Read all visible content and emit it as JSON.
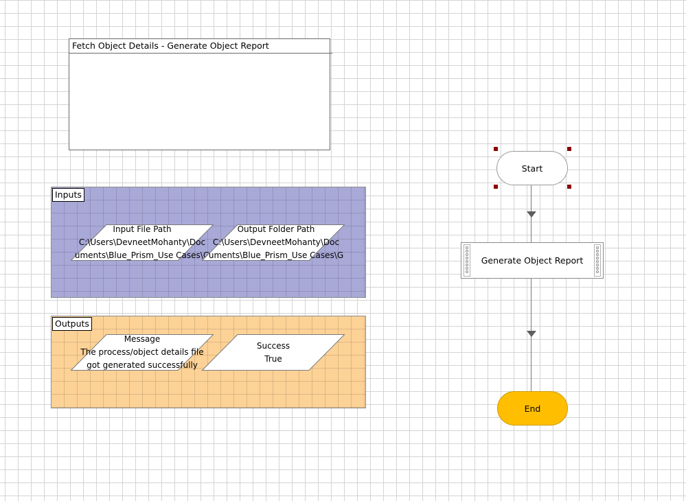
{
  "note": {
    "title": "Fetch Object Details - Generate Object Report"
  },
  "inputs": {
    "label": "Inputs",
    "items": [
      {
        "name": "Input File Path",
        "value_line1": "C:\\Users\\DevneetMohanty\\Doc",
        "value_line2": "uments\\Blue_Prism_Use Cases\\G"
      },
      {
        "name": "Output Folder Path",
        "value_line1": "C:\\Users\\DevneetMohanty\\Doc",
        "value_line2": "uments\\Blue_Prism_Use Cases\\G"
      }
    ]
  },
  "outputs": {
    "label": "Outputs",
    "items": [
      {
        "name": "Message",
        "value_line1": "The process/object details file",
        "value_line2": "got generated successfully"
      },
      {
        "name": "Success",
        "value_line1": "True"
      }
    ]
  },
  "flow": {
    "start_label": "Start",
    "page_label": "Generate Object Report",
    "end_label": "End"
  },
  "colors": {
    "inputs_block": "#a9a9d8",
    "outputs_block": "#fdd297",
    "end_fill": "#ffbf00",
    "selection_handle": "#8b0000"
  }
}
